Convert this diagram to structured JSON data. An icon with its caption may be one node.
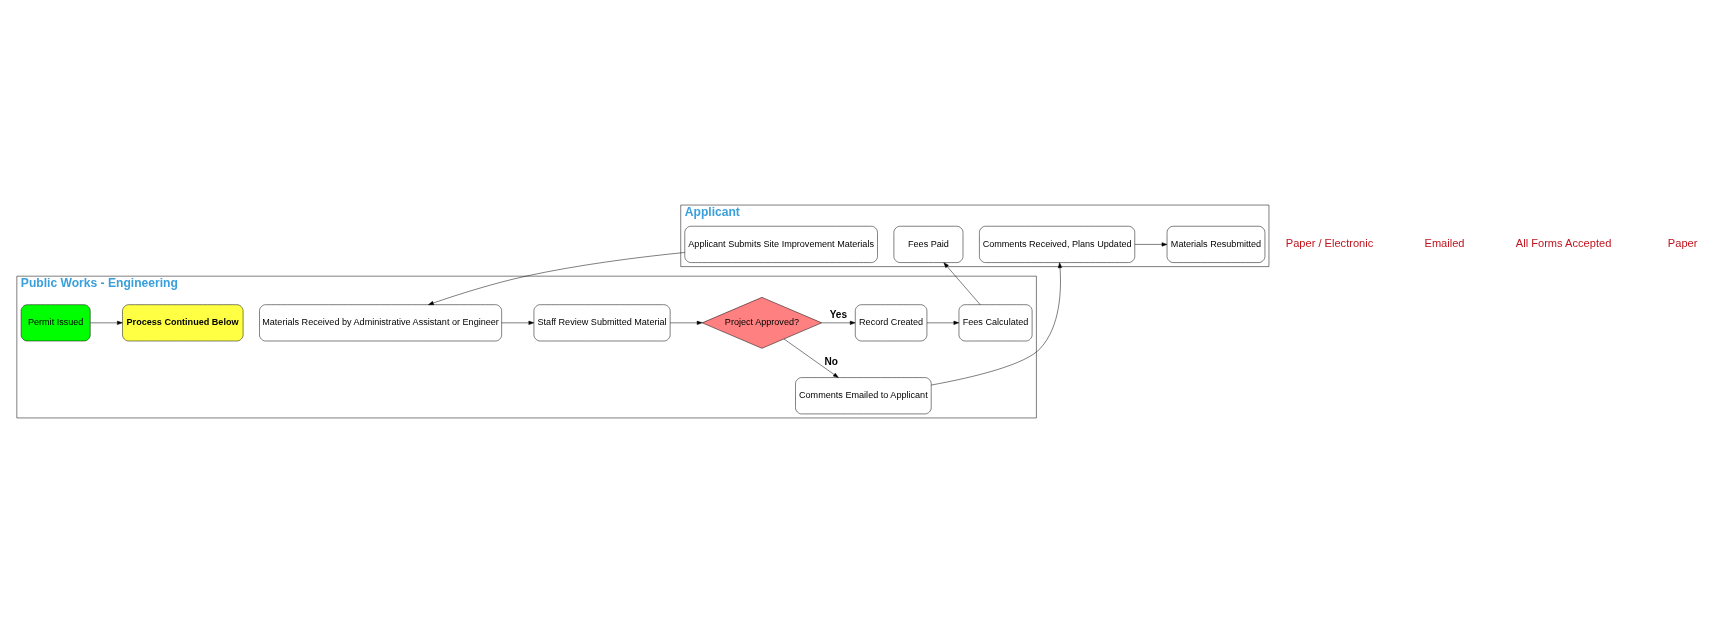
{
  "diagram": {
    "nodes": [
      {
        "text": [
          "Applicant"
        ]
      },
      {
        "text": [
          "Public Works - Engineering"
        ]
      },
      {
        "text": [
          "Applicant Submits Site Improvement Materials"
        ],
        "in": 0
      },
      {
        "text": [
          "Materials Resubmitted"
        ],
        "in": 0
      },
      {
        "text": [
          "Comments Received, Plans Updated"
        ],
        "in": 0
      },
      {
        "text": [
          "Fees Paid"
        ],
        "in": 0
      },
      {
        "text": [
          "Materials Received by Administrative Assistant or Engineer"
        ],
        "in": 1
      },
      {
        "text": [
          "Staff Review Submitted Material"
        ],
        "in": 1
      },
      {
        "text": [
          "Project Approved?"
        ],
        "in": 1
      },
      {
        "text": [
          "Comments Emailed to Applicant"
        ],
        "in": 1
      },
      {
        "text": [
          "Record Created"
        ],
        "in": 1
      },
      {
        "text": [
          "Fees Calculated"
        ],
        "in": 1
      },
      {
        "text": [
          "Permit Issued"
        ],
        "in": 1
      },
      {
        "text": [
          "Process Continued Below"
        ],
        "in": 1
      }
    ],
    "edges": [
      {
        "from": 2,
        "to": 6,
        "arrow": "to"
      },
      {
        "from": 6,
        "to": 7,
        "arrow": "to"
      },
      {
        "from": 7,
        "to": 8,
        "arrow": "to"
      },
      {
        "from": 8,
        "to": 9,
        "label": "No",
        "arrow": "to"
      },
      {
        "from": 8,
        "to": 10,
        "label": "Yes",
        "arrow": "to"
      },
      {
        "from": 9,
        "to": 4,
        "arrow": "to"
      },
      {
        "from": 4,
        "to": 3,
        "arrow": "to"
      },
      {
        "from": 10,
        "to": 11,
        "arrow": "to"
      },
      {
        "from": 11,
        "to": 5,
        "arrow": "to"
      },
      {
        "from": 12,
        "to": 13,
        "arrow": "to"
      }
    ],
    "labels": [
      "Paper / Electronic",
      "Emailed",
      "All Forms Accepted",
      "Paper"
    ]
  }
}
